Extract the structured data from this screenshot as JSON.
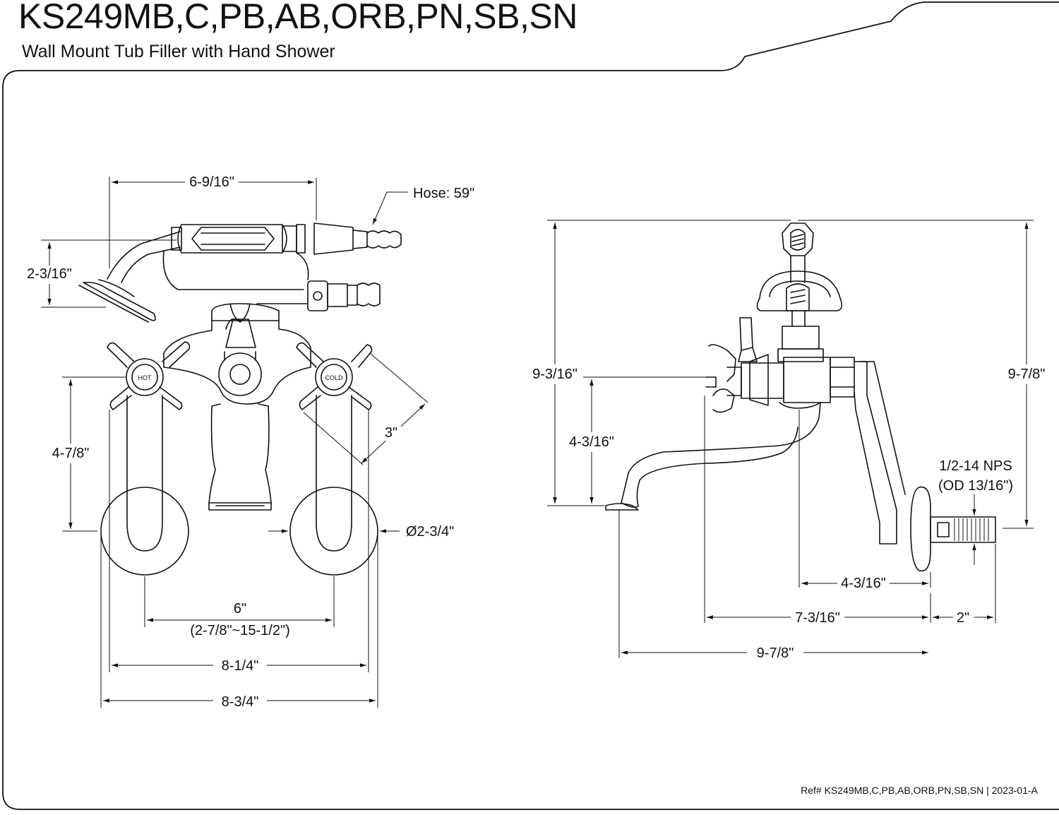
{
  "header": {
    "title": "KS249MB,C,PB,AB,ORB,PN,SB,SN",
    "subtitle": "Wall Mount Tub Filler with Hand Shower"
  },
  "front_view": {
    "dim_top_width": "6-9/16\"",
    "hose": "Hose: 59\"",
    "dim_handshower_height": "2-3/16\"",
    "hot_label": "HOT",
    "cold_label": "COLD",
    "dim_handle": "3\"",
    "dim_height": "4-7/8\"",
    "dim_flange_dia": "Ø2-3/4\"",
    "dim_center": "6\"",
    "dim_center_range": "(2-7/8\"~15-1/2\")",
    "dim_width_inner": "8-1/4\"",
    "dim_width_outer": "8-3/4\""
  },
  "side_view": {
    "dim_left_height": "9-3/16\"",
    "dim_spout_height": "4-3/16\"",
    "dim_right_height": "9-7/8\"",
    "nps": "1/2-14 NPS",
    "od": "(OD 13/16\")",
    "dim_spout_offset": "4-3/16\"",
    "dim_depth": "7-3/16\"",
    "dim_thread": "2\"",
    "dim_total_depth": "9-7/8\""
  },
  "footer": {
    "reference": "Ref# KS249MB,C,PB,AB,ORB,PN,SB,SN | 2023-01-A"
  }
}
